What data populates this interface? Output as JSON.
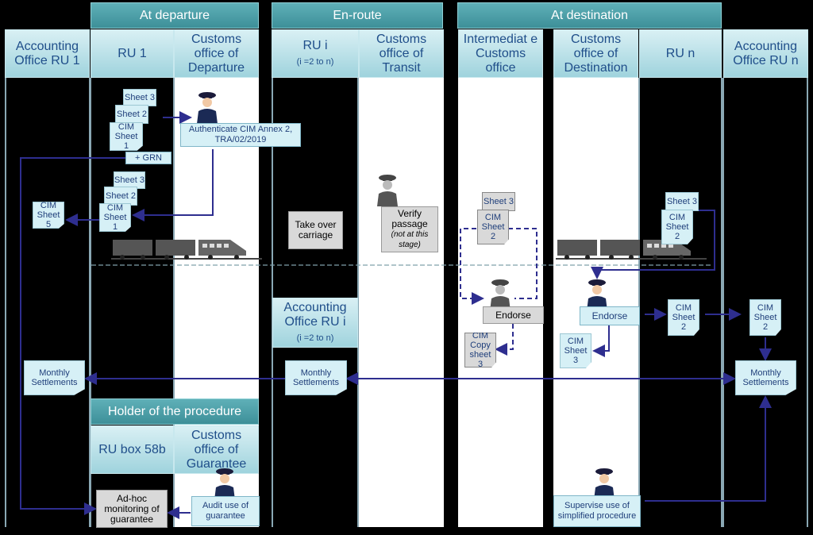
{
  "groups": {
    "departure": "At departure",
    "enroute": "En-route",
    "destination": "At destination",
    "holder": "Holder of the procedure"
  },
  "columns": {
    "acc_ru1": "Accounting Office RU 1",
    "ru1": "RU 1",
    "cust_dep": "Customs office of Departure",
    "rui": "RU i",
    "rui_sub": "(i =2 to n)",
    "cust_transit": "Customs office of Transit",
    "intermediate": "Intermediat e Customs office",
    "cust_dest": "Customs office of Destination",
    "run": "RU n",
    "acc_run": "Accounting Office RU n",
    "ru_box58b": "RU box 58b",
    "cust_guarantee": "Customs office of Guarantee",
    "acc_rui": "Accounting Office RU i",
    "acc_rui_sub": "(i =2 to n)"
  },
  "boxes": {
    "authenticate": "Authenticate CIM Annex 2, TRA/02/2019",
    "grn": "+ GRN",
    "take_over": "Take over carriage",
    "verify_1": "Verify passage",
    "verify_2": "(not at this stage)",
    "endorse_inter": "Endorse",
    "endorse_dest": "Endorse",
    "monthly_1": "Monthly Settlements",
    "monthly_i": "Monthly Settlements",
    "monthly_n": "Monthly Settlements",
    "adhoc": "Ad-hoc monitoring of guarantee",
    "audit": "Audit use of guarantee",
    "supervise": "Supervise use of simplified procedure"
  },
  "sheets": {
    "sheet3": "Sheet 3",
    "sheet2": "Sheet 2",
    "cim_sheet1": "CIM Sheet 1",
    "cim_sheet5": "CIM Sheet 5",
    "cim_sheet2": "CIM Sheet 2",
    "cim_copy_sheet3": "CIM Copy sheet 3",
    "cim_sheet3": "CIM Sheet 3"
  },
  "colors": {
    "arrow": "#2e2e8f",
    "header_teal": "#4aa3ac",
    "column_header": "#bfe3ea",
    "lane_white": "#ffffff"
  }
}
